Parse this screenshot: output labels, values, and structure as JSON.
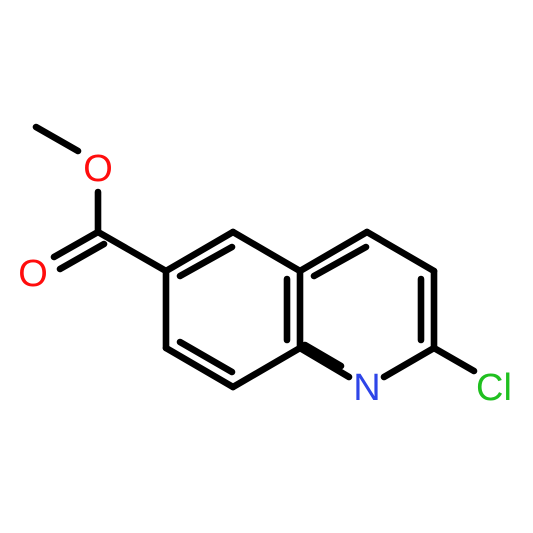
{
  "molecule": {
    "colors": {
      "bond": "#000000",
      "O": "#ff0d0d",
      "N": "#2e45e8",
      "Cl": "#20c020"
    },
    "atom_labels": [
      {
        "id": "ester-oxygen",
        "text": "O",
        "element": "O"
      },
      {
        "id": "carbonyl-oxygen",
        "text": "O",
        "element": "O"
      },
      {
        "id": "ring-nitrogen",
        "text": "N",
        "element": "N"
      },
      {
        "id": "chlorine",
        "text": "Cl",
        "element": "Cl"
      }
    ]
  }
}
